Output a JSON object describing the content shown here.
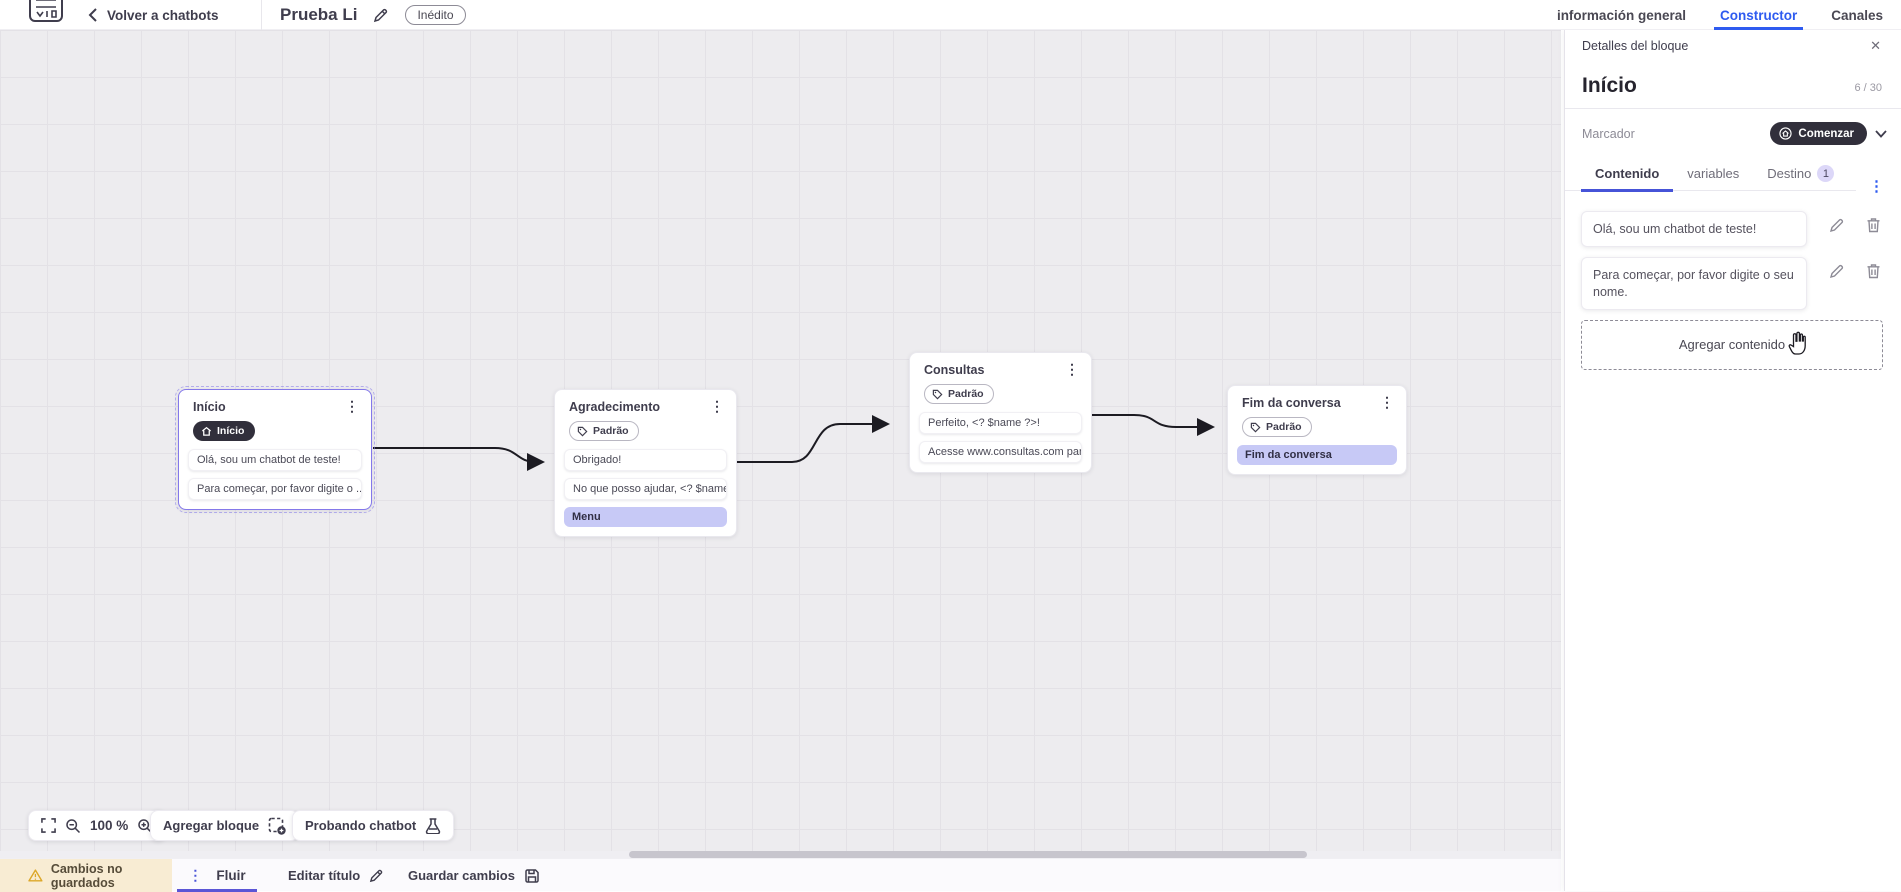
{
  "header": {
    "back_label": "Volver a chatbots",
    "bot_title": "Prueba Li",
    "status_badge": "Inédito",
    "tabs": [
      {
        "label": "información general",
        "active": false
      },
      {
        "label": "Constructor",
        "active": true
      },
      {
        "label": "Canales",
        "active": false
      }
    ]
  },
  "canvas": {
    "zoom_level": "100 %",
    "add_block_label": "Agregar bloque",
    "test_chatbot_label": "Probando chatbot",
    "blocks": [
      {
        "title": "Início",
        "badge": "Início",
        "badge_style": "dark",
        "selected": true,
        "items": [
          {
            "type": "message",
            "text": "Olá, sou um chatbot de teste!"
          },
          {
            "type": "message",
            "text": "Para começar, por favor digite o ..."
          }
        ]
      },
      {
        "title": "Agradecimento",
        "badge": "Padrão",
        "badge_style": "outline",
        "selected": false,
        "items": [
          {
            "type": "message",
            "text": "Obrigado!"
          },
          {
            "type": "message",
            "text": "No que posso ajudar, <? $name ..."
          },
          {
            "type": "menu",
            "text": "Menu"
          }
        ]
      },
      {
        "title": "Consultas",
        "badge": "Padrão",
        "badge_style": "outline",
        "selected": false,
        "items": [
          {
            "type": "message",
            "text": "Perfeito, <? $name ?>!"
          },
          {
            "type": "message",
            "text": "Acesse www.consultas.com par..."
          }
        ]
      },
      {
        "title": "Fim da conversa",
        "badge": "Padrão",
        "badge_style": "outline",
        "selected": false,
        "items": [
          {
            "type": "menu",
            "text": "Fim da conversa"
          }
        ]
      }
    ],
    "connections": [
      {
        "from": "Início",
        "to": "Agradecimento"
      },
      {
        "from": "Agradecimento",
        "to": "Consultas"
      },
      {
        "from": "Consultas",
        "to": "Fim da conversa"
      }
    ]
  },
  "panel": {
    "title": "Detalles del bloque",
    "block_name": "Início",
    "name_counter": "6 / 30",
    "marker_label": "Marcador",
    "marker_value": "Comenzar",
    "tabs": [
      {
        "label": "Contenido",
        "active": true
      },
      {
        "label": "variables",
        "active": false
      },
      {
        "label": "Destino",
        "badge": "1",
        "active": false
      }
    ],
    "contents": [
      {
        "text": "Olá, sou um chatbot de teste!"
      },
      {
        "text": "Para começar, por favor digite o seu nome."
      }
    ],
    "add_content_label": "Agregar contenido"
  },
  "statusbar": {
    "warning_label": "Cambios no guardados",
    "flow_tab": "Fluir",
    "edit_title_label": "Editar título",
    "save_label": "Guardar cambios"
  },
  "colors": {
    "accent_blue": "#2e5bf0",
    "accent_purple": "#5b55d6",
    "block_border_purple": "#8478ea",
    "lavender_item": "#c7c9f6",
    "lavender_badge": "#dcd7f8",
    "dark_pill": "#312f3b",
    "warning_bg": "#f8ecd3",
    "warning_icon": "#dca728"
  }
}
